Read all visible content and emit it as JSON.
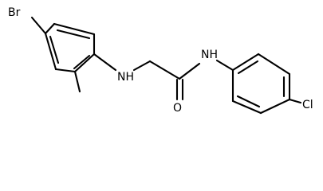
{
  "molecule": {
    "atoms": {
      "br": "Br",
      "nh_amine": "NH",
      "o": "O",
      "nh_amide": "NH",
      "cl": "Cl"
    }
  }
}
